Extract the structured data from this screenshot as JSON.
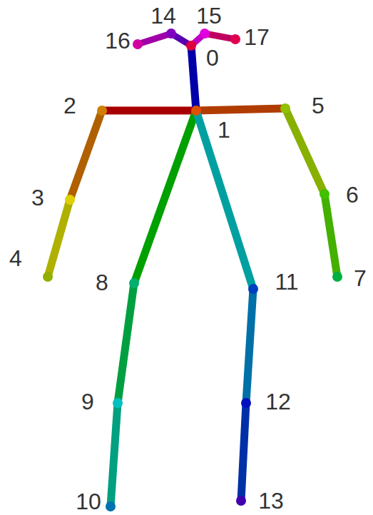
{
  "diagram": {
    "labels": [
      "14",
      "15",
      "16",
      "0",
      "17",
      "2",
      "1",
      "5",
      "3",
      "6",
      "4",
      "8",
      "11",
      "7",
      "9",
      "12",
      "10",
      "13"
    ]
  }
}
